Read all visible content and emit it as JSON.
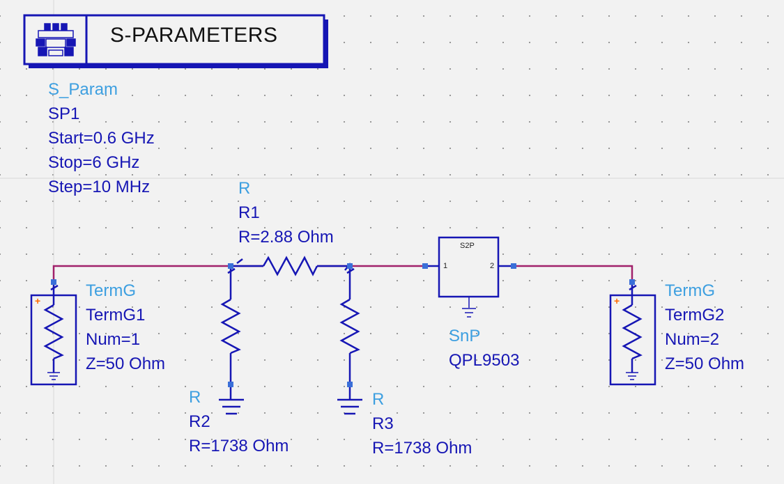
{
  "sparams_block": {
    "title": "S-PARAMETERS",
    "icon": "gear-icon",
    "type": "S_Param",
    "instance": "SP1",
    "props": [
      "Start=0.6 GHz",
      "Stop=6 GHz",
      "Step=10 MHz"
    ]
  },
  "components": {
    "r1": {
      "type": "R",
      "instance": "R1",
      "value": "R=2.88 Ohm"
    },
    "r2": {
      "type": "R",
      "instance": "R2",
      "value": "R=1738 Ohm"
    },
    "r3": {
      "type": "R",
      "instance": "R3",
      "value": "R=1738 Ohm"
    },
    "snp": {
      "type": "SnP",
      "instance": "QPL9503",
      "symbol_label": "S2P",
      "port1": "1",
      "port2": "2"
    },
    "term1": {
      "type": "TermG",
      "instance": "TermG1",
      "num": "Num=1",
      "z": "Z=50 Ohm",
      "polarity": "+"
    },
    "term2": {
      "type": "TermG",
      "instance": "TermG2",
      "num": "Num=2",
      "z": "Z=50 Ohm",
      "polarity": "+"
    }
  },
  "colors": {
    "wire": "#a0206a",
    "component": "#1616b4",
    "pin": "#3a6fd8",
    "type_label": "#3d9fe0",
    "prop_label": "#1616b4",
    "polarity": "#ff6a00",
    "background": "#f2f2f2"
  }
}
